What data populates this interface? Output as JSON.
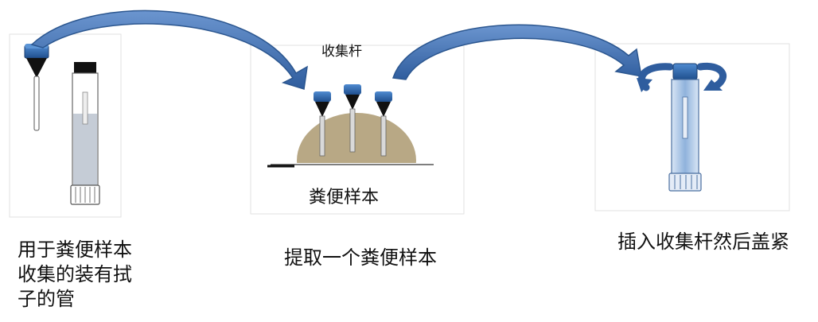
{
  "diagram": {
    "panels": [
      {
        "caption_lines": [
          "用于粪便样本",
          "收集的装有拭",
          "子的管"
        ]
      },
      {
        "caption": "提取一个粪便样本",
        "rod_label": "收集杆",
        "stool_label": "粪便样本"
      },
      {
        "caption": "插入收集杆然后盖紧"
      }
    ]
  },
  "colors": {
    "arrow": "#3d6fb0",
    "cap": "#3a73b8",
    "tube_liquid": "#c5ccd6",
    "stool": "#b8a885",
    "tube3_fill": "#7fa6d6"
  }
}
